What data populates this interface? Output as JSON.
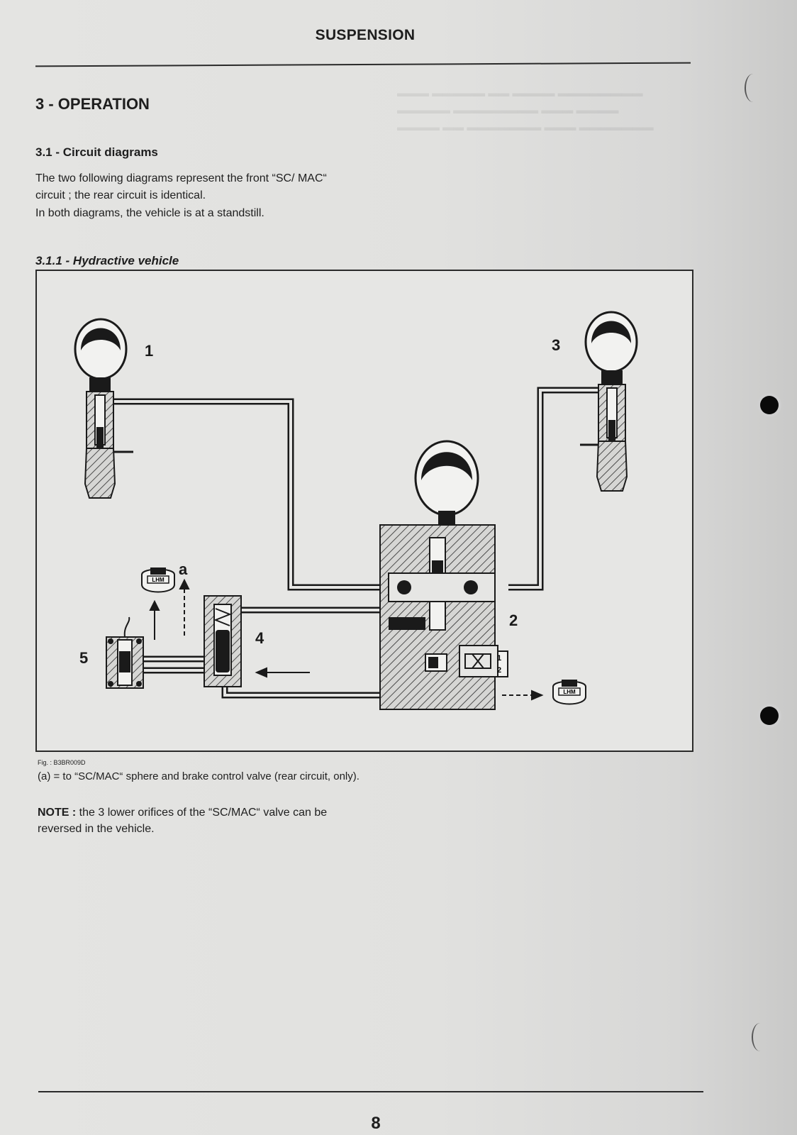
{
  "header": {
    "title": "SUSPENSION"
  },
  "section": {
    "heading": "3 - OPERATION",
    "subsection_heading": "3.1 - Circuit diagrams",
    "paragraph_1": "The two following diagrams represent the front “SC/ MAC“ circuit ; the rear circuit is identical.",
    "paragraph_2": "In both diagrams, the vehicle is at a standstill.",
    "subsubsection_heading": "3.1.1 - Hydractive vehicle"
  },
  "diagram": {
    "callouts": {
      "c1": "1",
      "c2": "2",
      "c3": "3",
      "c4": "4",
      "c5": "5",
      "ca": "a"
    },
    "reservoir_label": "LHM",
    "valve_box_labels": [
      "1",
      "2"
    ],
    "fig_ref": "Fig. : B3BR009D"
  },
  "caption": "(a) = to “SC/MAC“ sphere and brake control valve (rear circuit, only).",
  "note": {
    "label": "NOTE :",
    "text": "the 3 lower orifices of the “SC/MAC“ valve can be reversed in the vehicle."
  },
  "footer": {
    "page_number": "8"
  }
}
